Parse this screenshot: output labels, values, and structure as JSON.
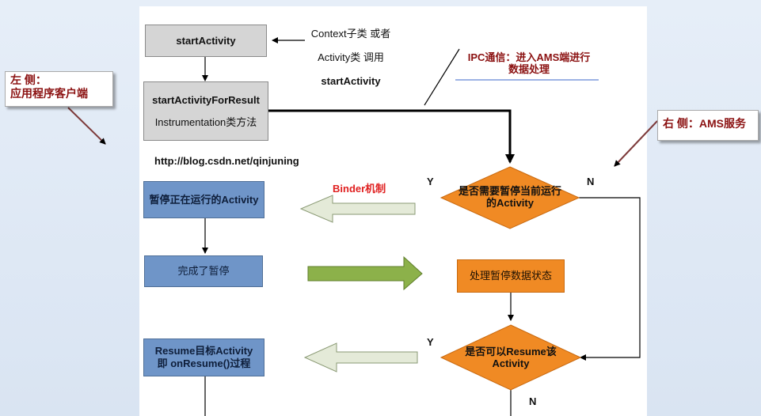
{
  "boxes": {
    "start_activity": "startActivity",
    "start_activity_for_result_title": "startActivityForResult",
    "start_activity_for_result_subtitle": "Instrumentation类方法",
    "pause_running": "暂停正在运行的Activity",
    "pause_done": "完成了暂停",
    "resume_target": "Resume目标Activity\n即 onResume()过程",
    "process_pause_state": "处理暂停数据状态"
  },
  "decisions": {
    "need_pause": "是否需要暂停当前运行\n的Activity",
    "can_resume": "是否可以Resume该\nActivity"
  },
  "annotations": {
    "context_note_line1": "Context子类 或者",
    "context_note_line2": "Activity类 调用",
    "context_note_line3": "startActivity",
    "ipc_note": "IPC通信：进入AMS端进行\n数据处理",
    "blog_url": "http://blog.csdn.net/qinjuning",
    "binder_label": "Binder机制",
    "y_label": "Y",
    "n_label": "N"
  },
  "callouts": {
    "left": "左 侧：\n应用程序客户端",
    "right": "右 侧：AMS服务"
  },
  "colors": {
    "gray_box": "#d5d5d5",
    "blue_box": "#6f95c8",
    "orange_box": "#f08a24",
    "left_arrow": "#e4ead8",
    "right_arrow": "#8cb14a",
    "callout_text": "#8b1111",
    "binder_text": "#e02020"
  }
}
